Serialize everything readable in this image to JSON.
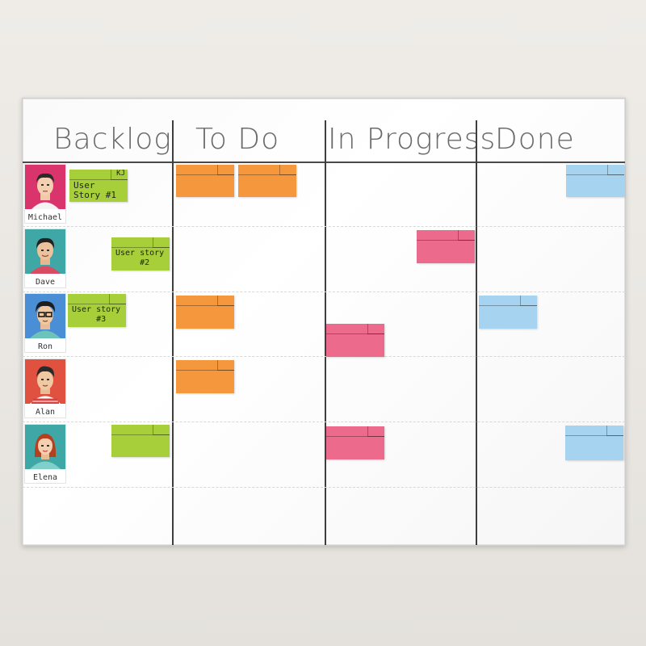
{
  "columns": [
    {
      "title": "Backlog"
    },
    {
      "title": "To Do"
    },
    {
      "title": "In Progress"
    },
    {
      "title": "Done"
    }
  ],
  "people": [
    {
      "name": "Michael",
      "bg": "#d9346b"
    },
    {
      "name": "Dave",
      "bg": "#3fa7a6"
    },
    {
      "name": "Ron",
      "bg": "#4a8fd6"
    },
    {
      "name": "Alan",
      "bg": "#e0523f"
    },
    {
      "name": "Elena",
      "bg": "#3fa7a6"
    }
  ],
  "notes": {
    "story1": {
      "text": "User\nStory #1",
      "initials": "KJ"
    },
    "story2": {
      "text": "User story\n     #2"
    },
    "story3": {
      "text": "User story\n     #3"
    }
  },
  "colors": {
    "green": "#a6cf3a",
    "orange": "#f5973c",
    "pink": "#ec6a8c",
    "blue": "#a6d3f0"
  }
}
